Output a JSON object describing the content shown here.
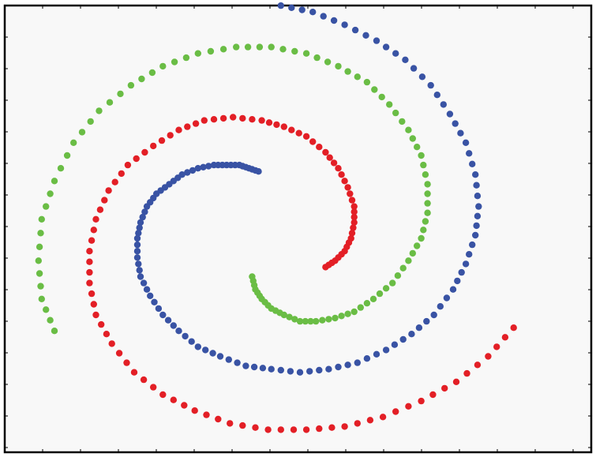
{
  "chart_data": {
    "type": "scatter",
    "title": "",
    "xlabel": "",
    "ylabel": "",
    "xlim": [
      -1.0,
      1.0
    ],
    "ylim": [
      -1.0,
      1.0
    ],
    "grid": false,
    "legend": "none",
    "colors": {
      "background": "#f8f8f8",
      "frame": "#000000",
      "blue": "#3953a4",
      "red": "#e31f26",
      "green": "#6abd45"
    },
    "series": [
      {
        "color": "blue",
        "points": [
          [
            -0.12,
            0.2
          ],
          [
            -0.15,
            0.21
          ],
          [
            -0.18,
            0.22
          ],
          [
            -0.22,
            0.22
          ],
          [
            -0.26,
            0.22
          ],
          [
            -0.31,
            0.21
          ],
          [
            -0.36,
            0.19
          ],
          [
            -0.4,
            0.16
          ],
          [
            -0.44,
            0.13
          ],
          [
            -0.47,
            0.09
          ],
          [
            -0.49,
            0.04
          ],
          [
            -0.5,
            -0.01
          ],
          [
            -0.5,
            -0.07
          ],
          [
            -0.49,
            -0.13
          ],
          [
            -0.46,
            -0.19
          ],
          [
            -0.42,
            -0.25
          ],
          [
            -0.37,
            -0.3
          ],
          [
            -0.31,
            -0.35
          ],
          [
            -0.24,
            -0.38
          ],
          [
            -0.16,
            -0.41
          ],
          [
            -0.08,
            -0.42
          ],
          [
            0.01,
            -0.43
          ],
          [
            0.1,
            -0.42
          ],
          [
            0.19,
            -0.4
          ],
          [
            0.28,
            -0.36
          ],
          [
            0.36,
            -0.31
          ],
          [
            0.43,
            -0.25
          ],
          [
            0.49,
            -0.17
          ],
          [
            0.53,
            -0.09
          ],
          [
            0.56,
            0.0
          ],
          [
            0.57,
            0.09
          ],
          [
            0.56,
            0.19
          ],
          [
            0.53,
            0.29
          ],
          [
            0.48,
            0.38
          ],
          [
            0.42,
            0.47
          ],
          [
            0.34,
            0.55
          ],
          [
            0.25,
            0.61
          ],
          [
            0.15,
            0.66
          ],
          [
            0.05,
            0.7
          ],
          [
            -0.05,
            0.72
          ]
        ]
      },
      {
        "color": "red",
        "points": [
          [
            0.09,
            -0.1
          ],
          [
            0.12,
            -0.08
          ],
          [
            0.15,
            -0.05
          ],
          [
            0.17,
            -0.01
          ],
          [
            0.18,
            0.04
          ],
          [
            0.18,
            0.09
          ],
          [
            0.16,
            0.15
          ],
          [
            0.13,
            0.21
          ],
          [
            0.09,
            0.26
          ],
          [
            0.03,
            0.31
          ],
          [
            -0.04,
            0.34
          ],
          [
            -0.11,
            0.36
          ],
          [
            -0.2,
            0.37
          ],
          [
            -0.29,
            0.36
          ],
          [
            -0.37,
            0.33
          ],
          [
            -0.45,
            0.28
          ],
          [
            -0.53,
            0.22
          ],
          [
            -0.59,
            0.14
          ],
          [
            -0.63,
            0.05
          ],
          [
            -0.65,
            -0.05
          ],
          [
            -0.65,
            -0.15
          ],
          [
            -0.63,
            -0.25
          ],
          [
            -0.58,
            -0.34
          ],
          [
            -0.51,
            -0.43
          ],
          [
            -0.42,
            -0.5
          ],
          [
            -0.32,
            -0.55
          ],
          [
            -0.21,
            -0.59
          ],
          [
            -0.09,
            -0.61
          ],
          [
            0.03,
            -0.61
          ],
          [
            0.15,
            -0.6
          ],
          [
            0.27,
            -0.57
          ],
          [
            0.39,
            -0.52
          ],
          [
            0.5,
            -0.46
          ],
          [
            0.6,
            -0.38
          ],
          [
            0.68,
            -0.29
          ]
        ]
      },
      {
        "color": "green",
        "points": [
          [
            -0.14,
            -0.13
          ],
          [
            -0.13,
            -0.17
          ],
          [
            -0.11,
            -0.2
          ],
          [
            -0.08,
            -0.23
          ],
          [
            -0.04,
            -0.25
          ],
          [
            0.01,
            -0.27
          ],
          [
            0.06,
            -0.27
          ],
          [
            0.12,
            -0.26
          ],
          [
            0.18,
            -0.24
          ],
          [
            0.24,
            -0.2
          ],
          [
            0.3,
            -0.15
          ],
          [
            0.35,
            -0.08
          ],
          [
            0.39,
            -0.01
          ],
          [
            0.41,
            0.07
          ],
          [
            0.41,
            0.16
          ],
          [
            0.39,
            0.25
          ],
          [
            0.35,
            0.33
          ],
          [
            0.29,
            0.41
          ],
          [
            0.22,
            0.48
          ],
          [
            0.13,
            0.53
          ],
          [
            0.03,
            0.57
          ],
          [
            -0.08,
            0.59
          ],
          [
            -0.19,
            0.59
          ],
          [
            -0.31,
            0.57
          ],
          [
            -0.42,
            0.53
          ],
          [
            -0.52,
            0.47
          ],
          [
            -0.62,
            0.39
          ],
          [
            -0.7,
            0.29
          ],
          [
            -0.76,
            0.17
          ],
          [
            -0.8,
            0.05
          ],
          [
            -0.81,
            -0.08
          ],
          [
            -0.8,
            -0.2
          ],
          [
            -0.76,
            -0.3
          ]
        ]
      }
    ]
  }
}
